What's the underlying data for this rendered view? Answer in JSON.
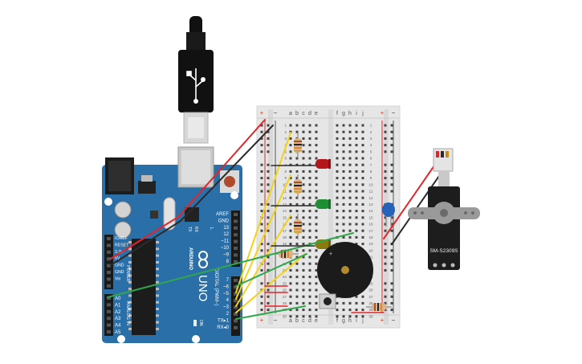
{
  "arduino": {
    "logo": "UNO",
    "brand": "ARDUINO",
    "power_header": "POWER",
    "analog_header": "ANALOG IN",
    "digital_header": "DIGITAL (PWM~)",
    "tx_label": "TX",
    "rx_label": "RX",
    "l_label": "L",
    "on_label": "ON",
    "power_pins": [
      "IOREF",
      "RESET",
      "3.3V",
      "5V",
      "GND",
      "GND",
      "Vin"
    ],
    "analog_pins": [
      "A0",
      "A1",
      "A2",
      "A3",
      "A4",
      "A5"
    ],
    "digital_pins_top": [
      "AREF",
      "GND",
      "13",
      "12",
      "~11",
      "~10",
      "~9",
      "8"
    ],
    "digital_pins_bottom": [
      "7",
      "~6",
      "~5",
      "4",
      "~3",
      "2",
      "TX▸1",
      "RX◂0"
    ]
  },
  "breadboard": {
    "rail_plus": "+",
    "rail_minus": "−",
    "cols_left": [
      "a",
      "b",
      "c",
      "d",
      "e"
    ],
    "cols_right": [
      "f",
      "g",
      "h",
      "i",
      "j"
    ],
    "row_numbers": [
      "1",
      "2",
      "3",
      "4",
      "5",
      "6",
      "7",
      "8",
      "9",
      "10",
      "11",
      "12",
      "13",
      "14",
      "15",
      "16",
      "17",
      "18",
      "19",
      "20",
      "21",
      "22",
      "23",
      "24",
      "25",
      "26",
      "27",
      "28",
      "29",
      "30"
    ]
  },
  "servo": {
    "model": "SM-S2309S"
  },
  "colors": {
    "board_blue": "#2a6fa8",
    "wire_red": "#e0262b",
    "wire_black": "#2b2b2b",
    "wire_yellow": "#f2d21a",
    "wire_green": "#2fa84a",
    "led_red": "#b3171b",
    "led_green": "#1f8f34",
    "led_yellow": "#8a7a10",
    "capacitor": "#2563b8"
  },
  "icons": [
    "usb-plug-icon",
    "usb-symbol-icon"
  ]
}
